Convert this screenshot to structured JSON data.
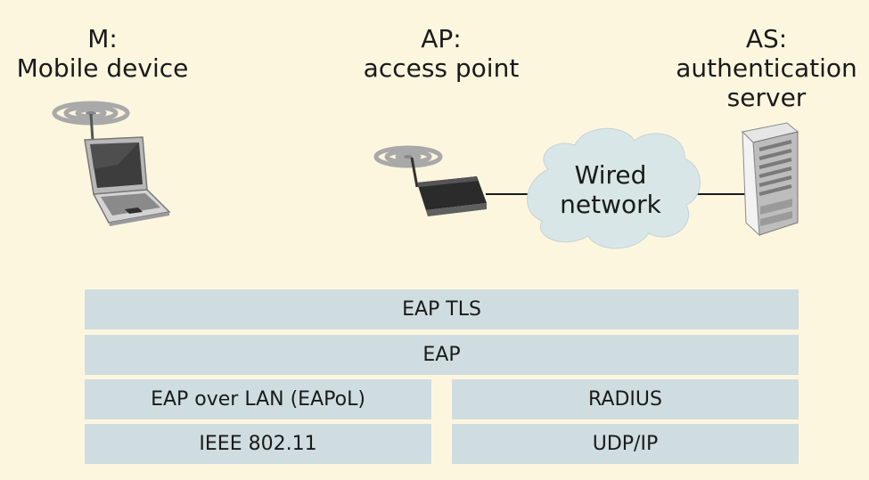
{
  "nodes": {
    "mobile": {
      "label_lines": [
        "M:",
        "Mobile device"
      ],
      "icon": "laptop-icon"
    },
    "access_point": {
      "label_lines": [
        "AP:",
        "access point"
      ],
      "icon": "access-point-icon"
    },
    "auth_server": {
      "label_lines": [
        "AS:",
        "authentication",
        "server"
      ],
      "icon": "server-icon"
    }
  },
  "cloud": {
    "label_lines": [
      "Wired",
      "network"
    ],
    "icon": "cloud-icon"
  },
  "protocol_stack": {
    "shared": [
      "EAP TLS",
      "EAP"
    ],
    "mobile_ap_side": [
      "EAP over LAN (EAPoL)",
      "IEEE 802.11"
    ],
    "ap_as_side": [
      "RADIUS",
      "UDP/IP"
    ]
  },
  "colors": {
    "background": "#fdf6df",
    "layer_fill": "#cfdde0",
    "cloud_fill": "#d9e6e8"
  }
}
